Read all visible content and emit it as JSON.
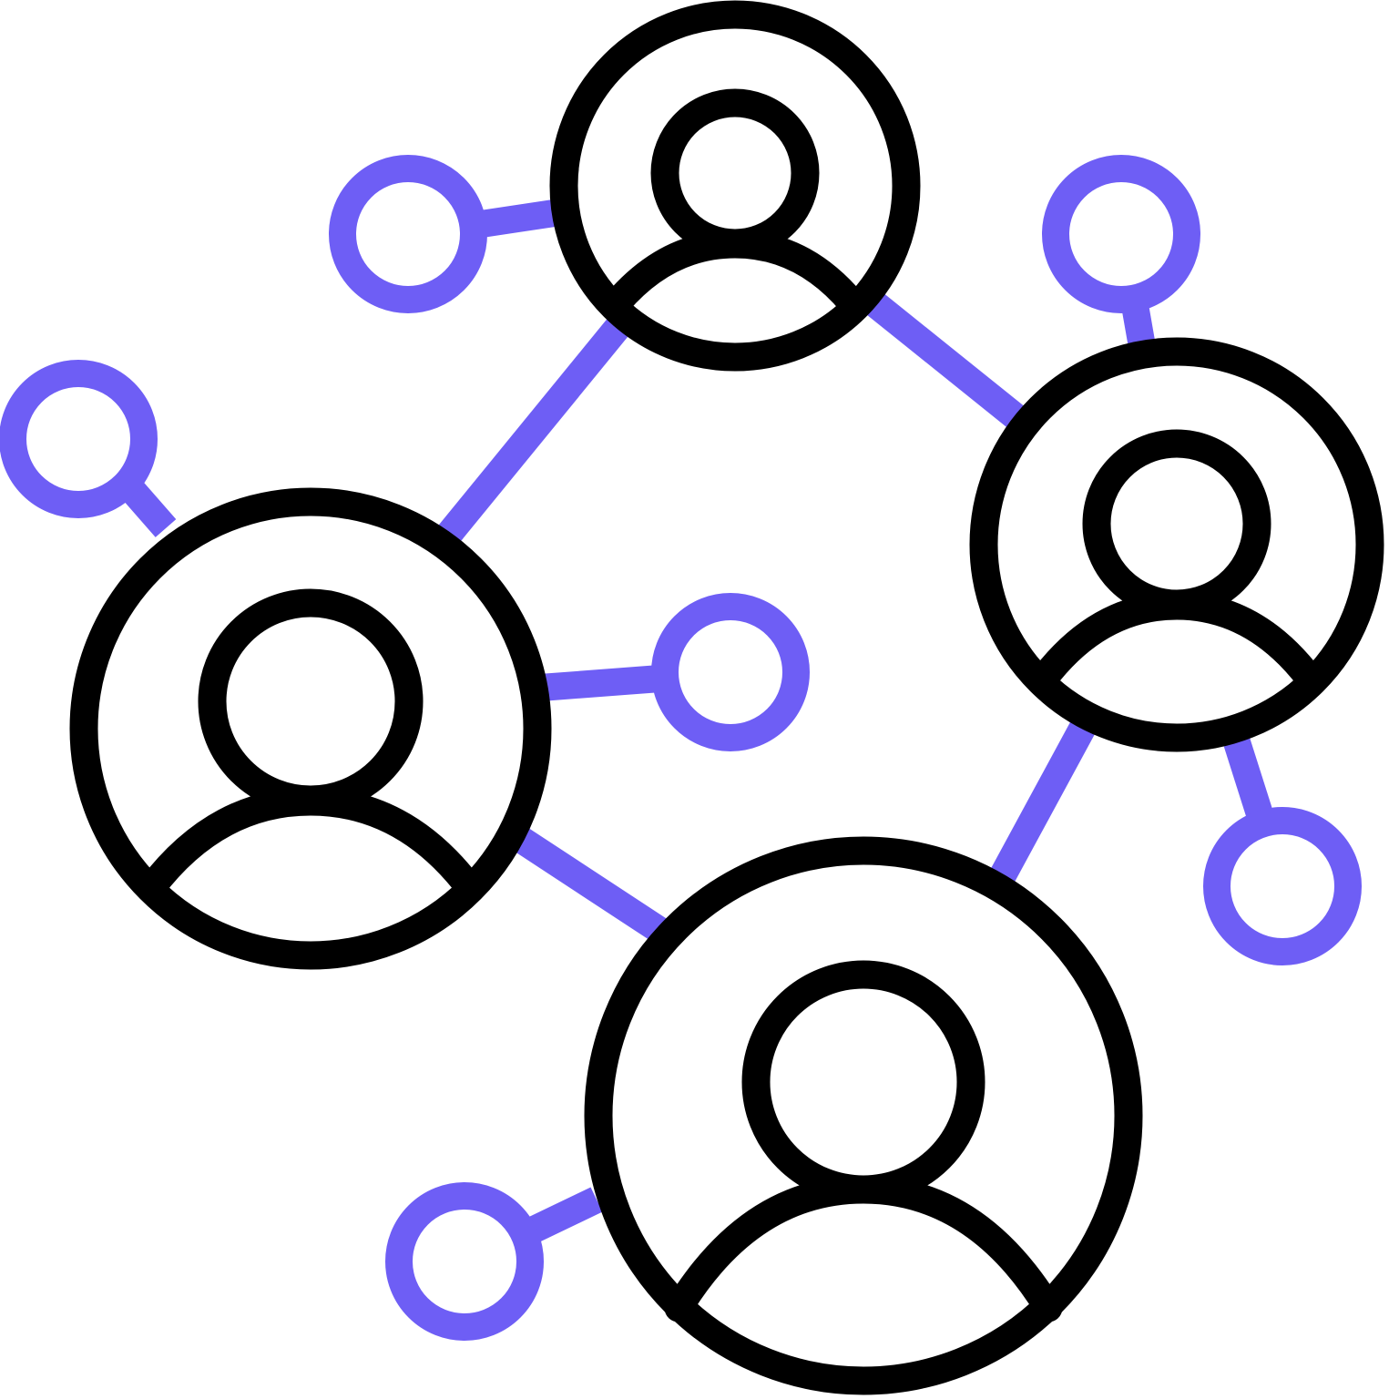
{
  "icon": {
    "name": "user-network-icon",
    "colors": {
      "outline": "#000000",
      "accent": "#6e5ef5",
      "background": "#ffffff"
    },
    "user_nodes": [
      {
        "name": "user-node-top"
      },
      {
        "name": "user-node-right"
      },
      {
        "name": "user-node-left"
      },
      {
        "name": "user-node-bottom"
      }
    ],
    "satellite_nodes": [
      {
        "name": "satellite-node-top-left"
      },
      {
        "name": "satellite-node-top-right"
      },
      {
        "name": "satellite-node-far-left"
      },
      {
        "name": "satellite-node-center"
      },
      {
        "name": "satellite-node-right"
      },
      {
        "name": "satellite-node-bottom-left"
      }
    ]
  }
}
